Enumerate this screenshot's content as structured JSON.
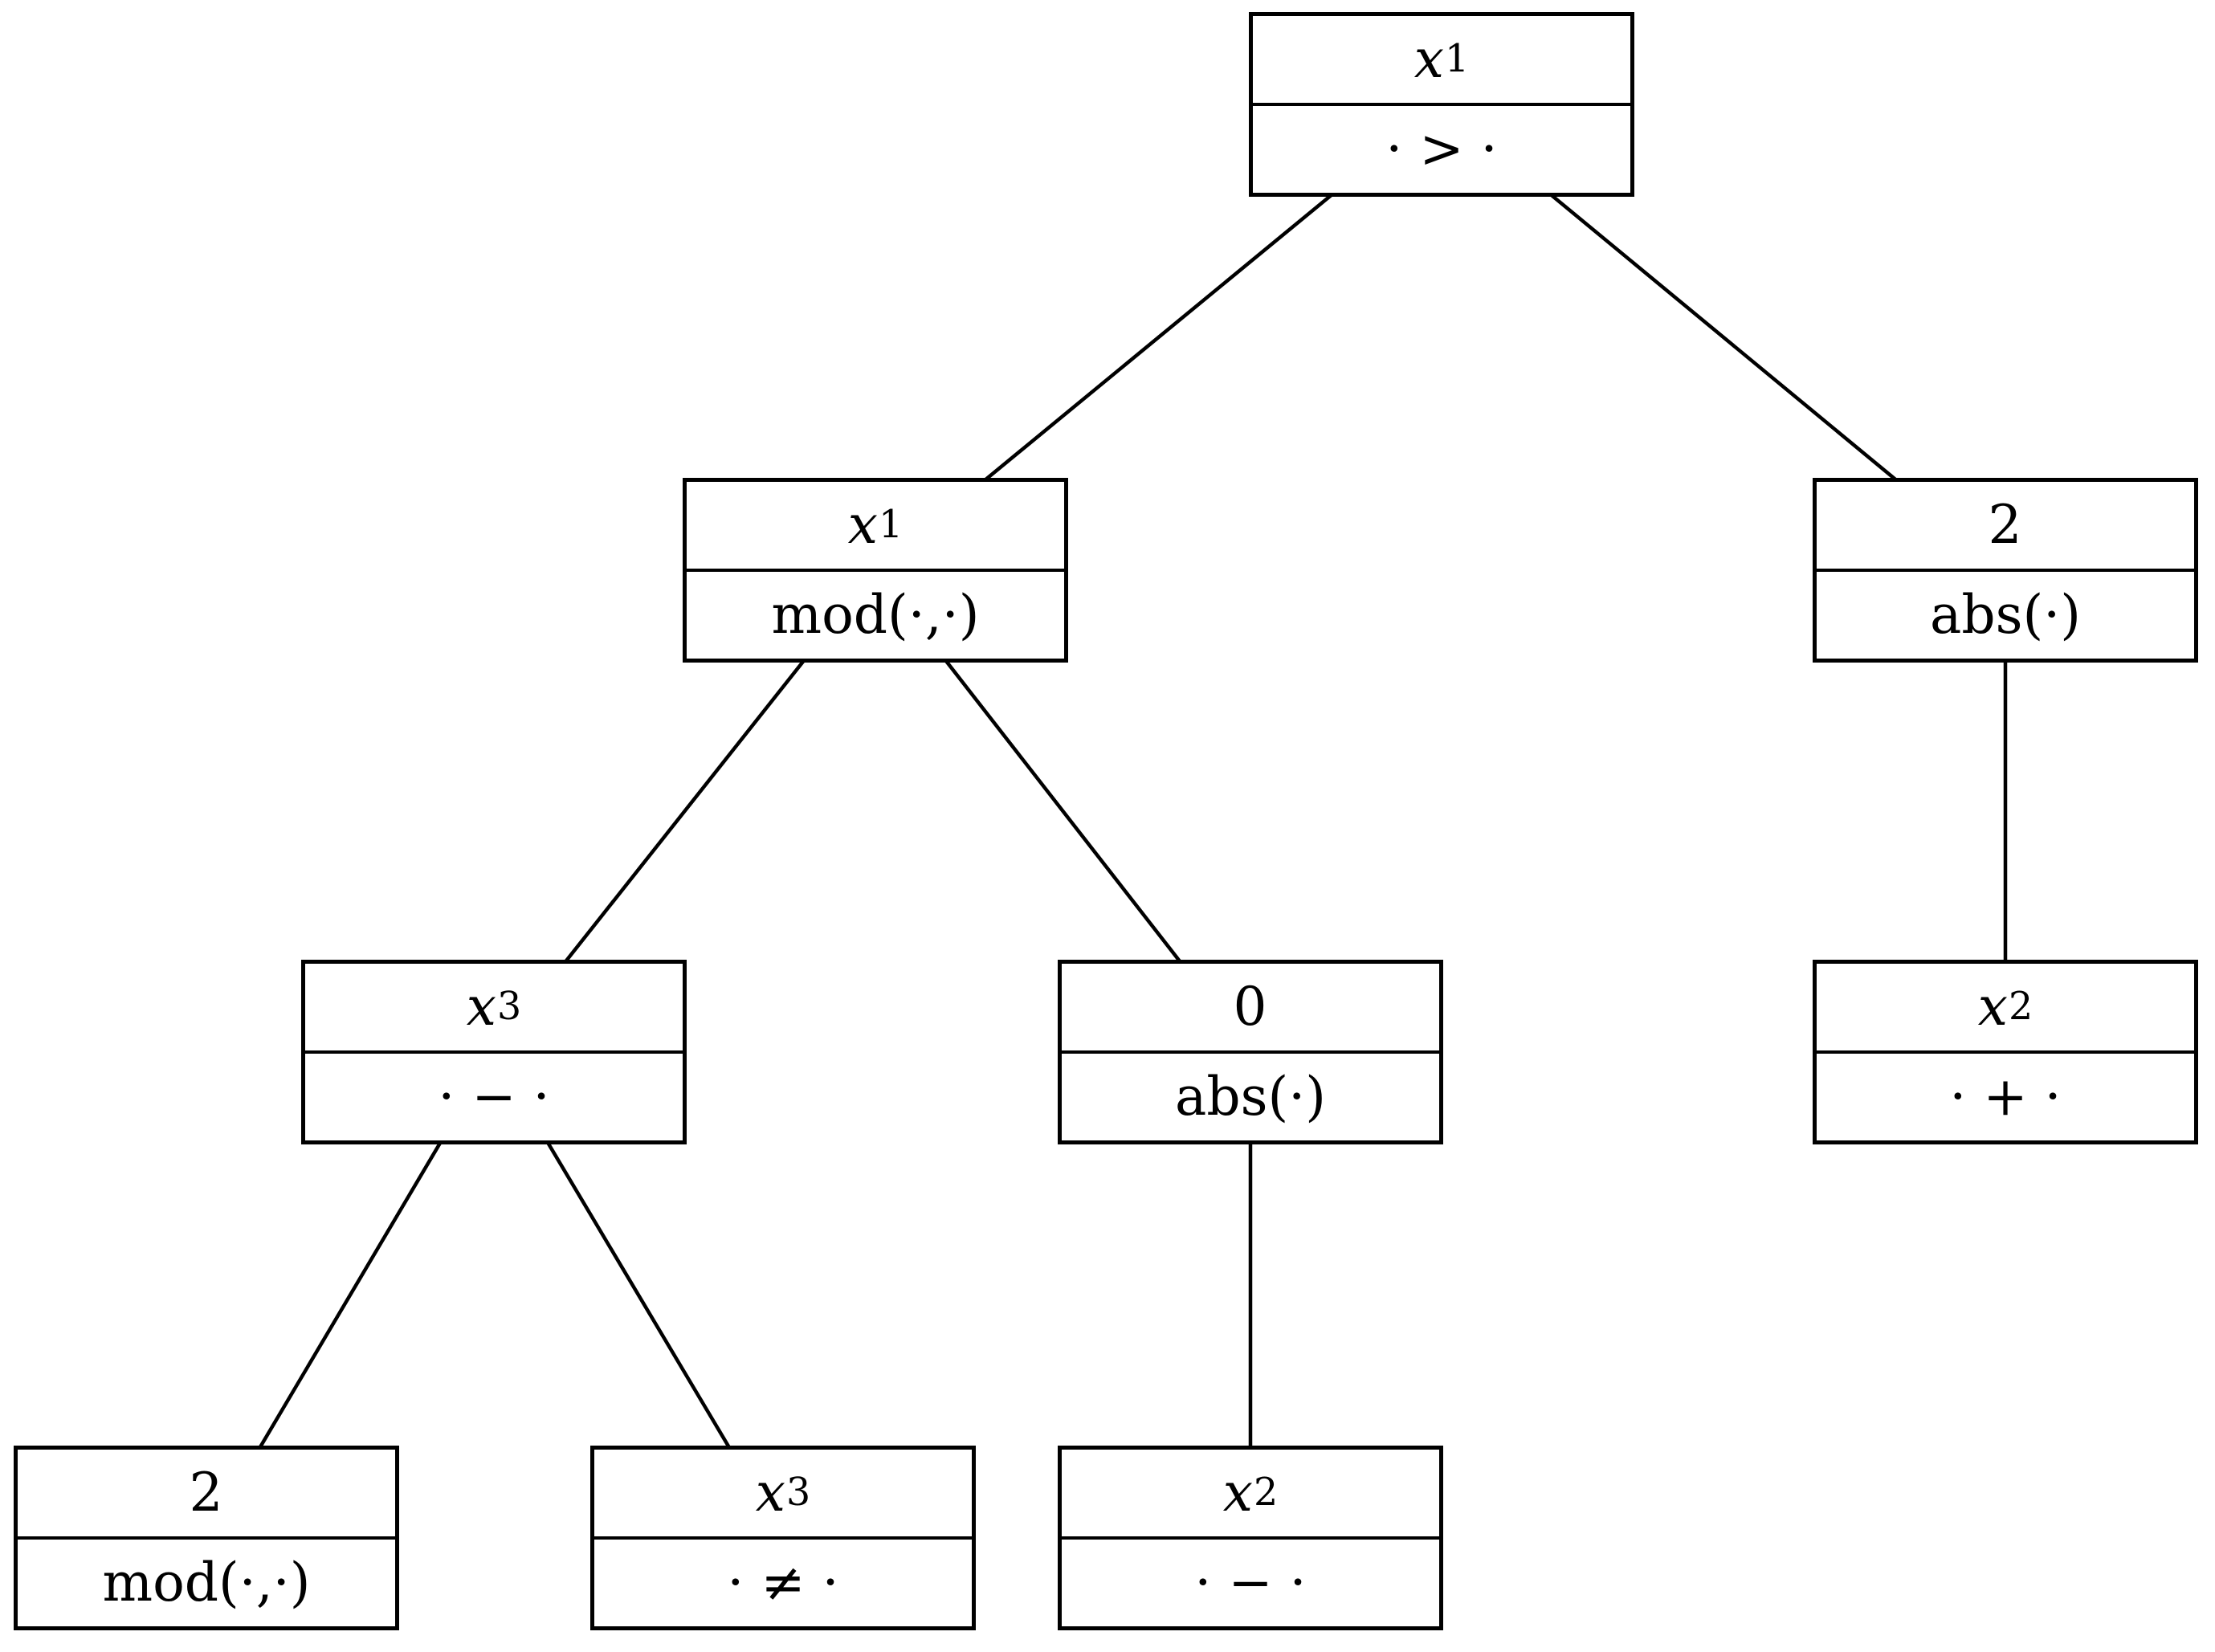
{
  "tree": {
    "description": "binary expression tree; each node shows an output value on top and the operation applied at that node on the bottom",
    "colors": {
      "stroke": "#000000",
      "background": "#ffffff",
      "text": "#000000"
    },
    "nodes": [
      {
        "id": "root",
        "value": "x",
        "value_subscript": "1",
        "operation": "· > ·"
      },
      {
        "id": "left",
        "value": "x",
        "value_subscript": "1",
        "operation": "mod(·,·)"
      },
      {
        "id": "right",
        "value": "2",
        "value_subscript": "",
        "operation": "abs(·)"
      },
      {
        "id": "left-left",
        "value": "x",
        "value_subscript": "3",
        "operation": "· − ·"
      },
      {
        "id": "left-right",
        "value": "0",
        "value_subscript": "",
        "operation": "abs(·)"
      },
      {
        "id": "right-child",
        "value": "x",
        "value_subscript": "2",
        "operation": "· + ·"
      },
      {
        "id": "ll-left",
        "value": "2",
        "value_subscript": "",
        "operation": "mod(·,·)"
      },
      {
        "id": "ll-right",
        "value": "x",
        "value_subscript": "3",
        "operation": "· ≠ ·"
      },
      {
        "id": "lr-child",
        "value": "x",
        "value_subscript": "2",
        "operation": "· − ·"
      }
    ],
    "edges": [
      {
        "from": "root",
        "to": "left"
      },
      {
        "from": "root",
        "to": "right"
      },
      {
        "from": "left",
        "to": "left-left"
      },
      {
        "from": "left",
        "to": "left-right"
      },
      {
        "from": "right",
        "to": "right-child"
      },
      {
        "from": "left-left",
        "to": "ll-left"
      },
      {
        "from": "left-left",
        "to": "ll-right"
      },
      {
        "from": "left-right",
        "to": "lr-child"
      }
    ]
  }
}
